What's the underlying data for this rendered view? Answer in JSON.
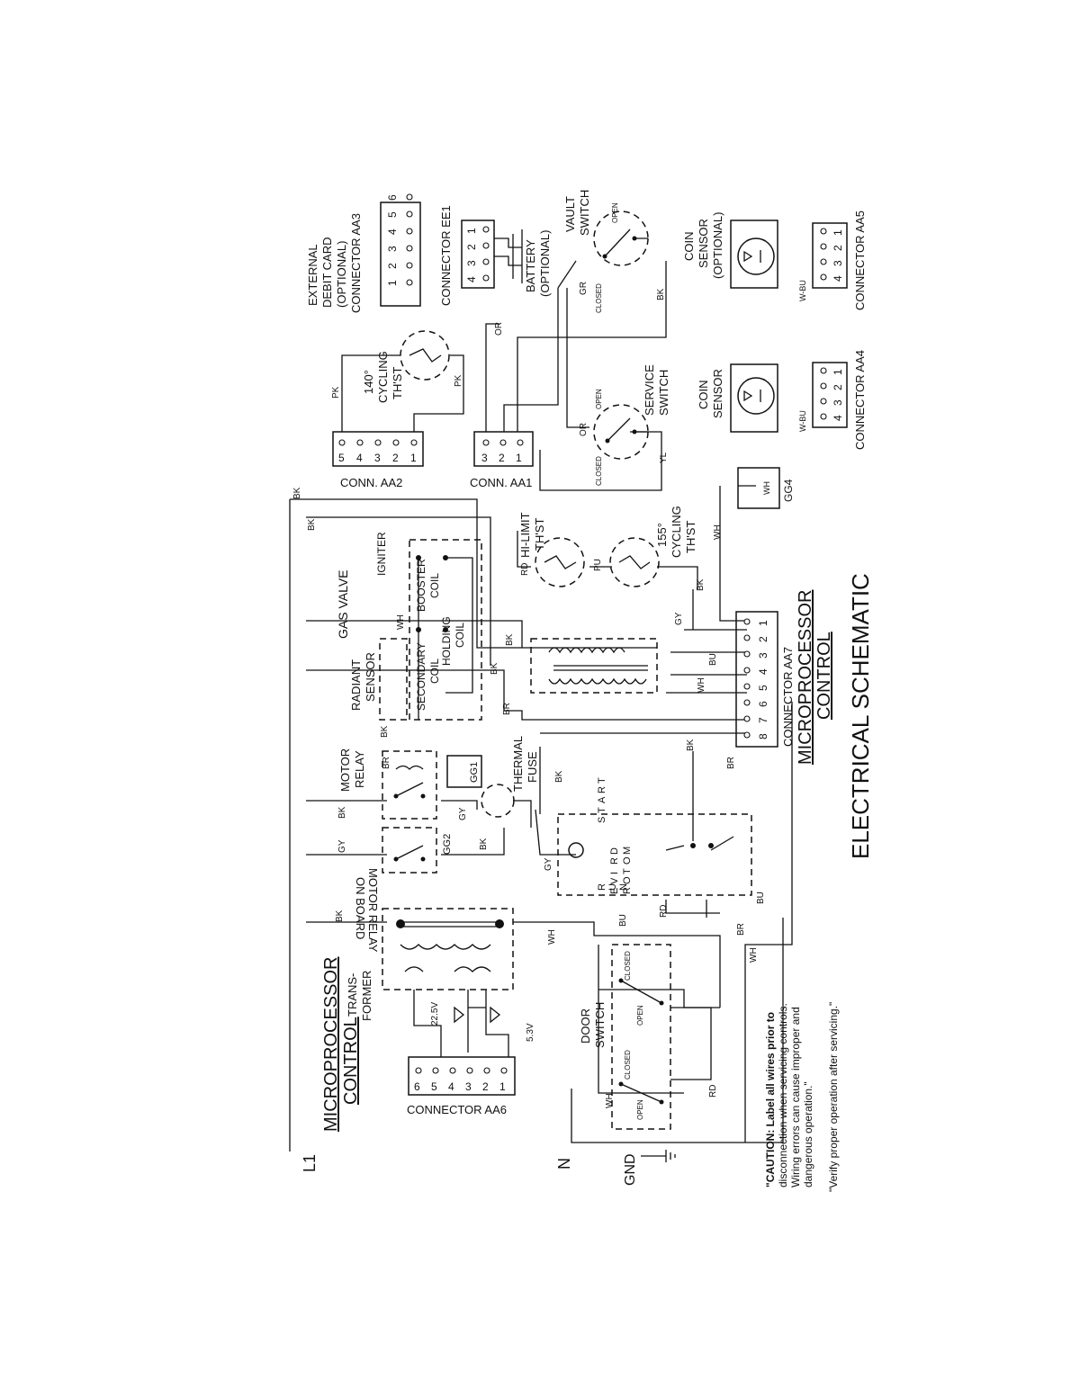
{
  "title": "ELECTRICAL SCHEMATIC",
  "subtitle": [
    "MICROPROCESSOR",
    "CONTROL"
  ],
  "mp_bottom": [
    "MICROPROCESSOR",
    "CONTROL"
  ],
  "rails": {
    "l1": "L1",
    "n": "N",
    "gnd": "GND"
  },
  "ext_debit": {
    "lines": [
      "EXTERNAL",
      "DEBIT CARD",
      "(OPTIONAL)",
      "CONNECTOR AA3"
    ],
    "pins": [
      "1",
      "2",
      "3",
      "4",
      "5",
      "6"
    ]
  },
  "ee1": {
    "label": "CONNECTOR EE1",
    "pins": [
      "4",
      "3",
      "2",
      "1"
    ]
  },
  "battery": {
    "lines": [
      "BATTERY",
      "(OPTIONAL)"
    ]
  },
  "vault_switch": {
    "lines": [
      "VAULT",
      "SWITCH"
    ],
    "open": "OPEN",
    "closed": "CLOSED"
  },
  "coin_sensor_opt": {
    "lines": [
      "COIN",
      "SENSOR",
      "(OPTIONAL)"
    ]
  },
  "coin_sensor": {
    "lines": [
      "COIN",
      "SENSOR"
    ]
  },
  "aa5": {
    "label": "CONNECTOR AA5",
    "pins": [
      "4",
      "3",
      "2",
      "1"
    ]
  },
  "aa4": {
    "label": "CONNECTOR AA4",
    "pins": [
      "4",
      "3",
      "2",
      "1"
    ]
  },
  "cycling_140": {
    "lines": [
      "140°",
      "CYCLING",
      "TH'ST"
    ]
  },
  "service_switch": {
    "lines": [
      "SERVICE",
      "SWITCH"
    ],
    "open": "OPEN",
    "closed": "CLOSED"
  },
  "aa2": {
    "label": "CONN. AA2",
    "pins": [
      "5",
      "4",
      "3",
      "2",
      "1"
    ]
  },
  "aa1": {
    "label": "CONN. AA1",
    "pins": [
      "3",
      "2",
      "1"
    ]
  },
  "gas_valve": {
    "label": "GAS VALVE"
  },
  "igniter": {
    "label": "IGNITER"
  },
  "booster_coil": {
    "lines": [
      "BOOSTER",
      "COIL"
    ]
  },
  "holding_coil": {
    "lines": [
      "HOLDING",
      "COIL"
    ]
  },
  "secondary_coil": {
    "lines": [
      "SECONDARY",
      "COIL"
    ]
  },
  "radiant_sensor": {
    "lines": [
      "RADIANT",
      "SENSOR"
    ]
  },
  "hi_limit": {
    "lines": [
      "HI-LIMIT",
      "TH'ST"
    ]
  },
  "cycling_155": {
    "lines": [
      "155°",
      "CYCLING",
      "TH'ST"
    ]
  },
  "gg4": "GG4",
  "gg1": "GG1",
  "gg2": "GG2",
  "aa7": {
    "label": "CONNECTOR AA7",
    "pins": [
      "8",
      "7",
      "6",
      "5",
      "4",
      "3",
      "2",
      "1"
    ]
  },
  "motor_relay": {
    "lines": [
      "MOTOR",
      "RELAY"
    ]
  },
  "thermal_fuse": {
    "lines": [
      "THERMAL",
      "FUSE"
    ]
  },
  "motor_relay_onboard": {
    "lines": [
      "MOTOR RELAY",
      "ON BOARD"
    ]
  },
  "drive_motor": {
    "start": [
      "S",
      "T",
      "A",
      "R",
      "T"
    ],
    "dm": [
      "D",
      "R",
      "I",
      "V",
      "E"
    ],
    "mo": [
      "M",
      "O",
      "T",
      "O",
      "R"
    ],
    "run": [
      "R",
      "U",
      "N"
    ]
  },
  "transformer": {
    "lines": [
      "TRANS-",
      "FORMER"
    ],
    "v1": "22.5V",
    "v2": "5.3V"
  },
  "aa6": {
    "label": "CONNECTOR AA6",
    "pins": [
      "6",
      "5",
      "4",
      "3",
      "2",
      "1"
    ]
  },
  "door_switch": {
    "lines": [
      "DOOR",
      "SWITCH"
    ],
    "open": "OPEN",
    "closed": "CLOSED"
  },
  "caution": [
    "\"CAUTION: Label all wires prior to",
    "disconnection when servicing controls.",
    "Wiring errors can cause improper and",
    "dangerous operation.\""
  ],
  "verify": "\"Verify proper operation after servicing.\"",
  "wire_colors": {
    "bk": "BK",
    "pk": "PK",
    "or": "OR",
    "gr": "GR",
    "yl": "YL",
    "gy": "GY",
    "wh": "WH",
    "br": "BR",
    "bu": "BU",
    "rd": "RD",
    "pu": "PU",
    "wbu": "W-BU",
    "rd2": "RD",
    "bu2": "BU",
    "wh2": "WH"
  }
}
